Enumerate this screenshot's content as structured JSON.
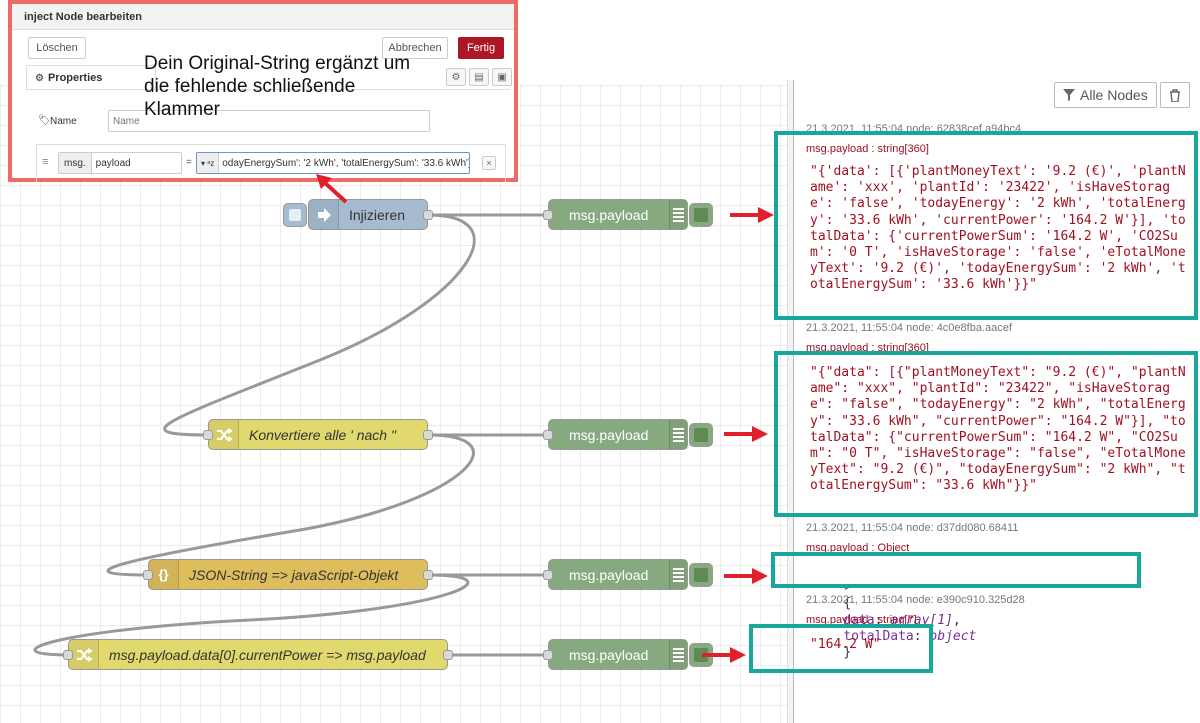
{
  "dialog": {
    "title": "inject Node bearbeiten",
    "delete_label": "Löschen",
    "cancel_label": "Abbrechen",
    "done_label": "Fertig",
    "tab_properties": "Properties",
    "name_label": "Name",
    "name_placeholder": "Name",
    "prop_prefix": "msg.",
    "prop_name": "payload",
    "prop_equals": "=",
    "prop_value": "odayEnergySum': '2 kWh', 'totalEnergySum': '33.6 kWh'}}"
  },
  "annotation": "Dein Original-String ergänzt um die fehlende schließende Klammer",
  "flow": {
    "inject_label": "Injizieren",
    "change1_label": "Konvertiere alle ' nach \"",
    "json_label": "JSON-String => javaScript-Objekt",
    "change2_label": "msg.payload.data[0].currentPower => msg.payload",
    "debug_label": "msg.payload"
  },
  "sidebar": {
    "filter_label": "Alle Nodes",
    "messages": [
      {
        "meta": "21.3.2021, 11:55:04   node: 62838cef.a94bc4",
        "sub": "msg.payload : string[360]",
        "body": "\"{'data': [{'plantMoneyText': '9.2 (€)', 'plantName': 'xxx', 'plantId': '23422', 'isHaveStorage': 'false', 'todayEnergy': '2 kWh', 'totalEnergy': '33.6 kWh', 'currentPower': '164.2 W'}], 'totalData': {'currentPowerSum': '164.2 W', 'CO2Sum': '0 T', 'isHaveStorage': 'false', 'eTotalMoneyText': '9.2 (€)', 'todayEnergySum': '2 kWh', 'totalEnergySum': '33.6 kWh'}}\""
      },
      {
        "meta": "21.3.2021, 11:55:04   node: 4c0e8fba.aacef",
        "sub": "msg.payload : string[360]",
        "body": "\"{\"data\": [{\"plantMoneyText\": \"9.2 (€)\", \"plantName\": \"xxx\", \"plantId\": \"23422\", \"isHaveStorage\": \"false\", \"todayEnergy\": \"2 kWh\", \"totalEnergy\": \"33.6 kWh\", \"currentPower\": \"164.2 W\"}], \"totalData\": {\"currentPowerSum\": \"164.2 W\", \"CO2Sum\": \"0 T\", \"isHaveStorage\": \"false\", \"eTotalMoneyText\": \"9.2 (€)\", \"todayEnergySum\": \"2 kWh\", \"totalEnergySum\": \"33.6 kWh\"}}\""
      },
      {
        "meta": "21.3.2021, 11:55:04   node: d37dd080.68411",
        "sub": "msg.payload : Object",
        "obj_open": "{",
        "obj_key1": "data",
        "obj_val1": "array[1]",
        "obj_key2": "totalData",
        "obj_val2": "object",
        "obj_close": "}"
      },
      {
        "meta": "21.3.2021, 11:55:04   node: e390c910.325d28",
        "sub": "msg.payload : string[7]",
        "body": "\"164.2 W\""
      }
    ]
  },
  "colors": {
    "teal": "#18a79c",
    "red_arrow": "#e0202a",
    "dialog_border": "#ee6a64"
  }
}
